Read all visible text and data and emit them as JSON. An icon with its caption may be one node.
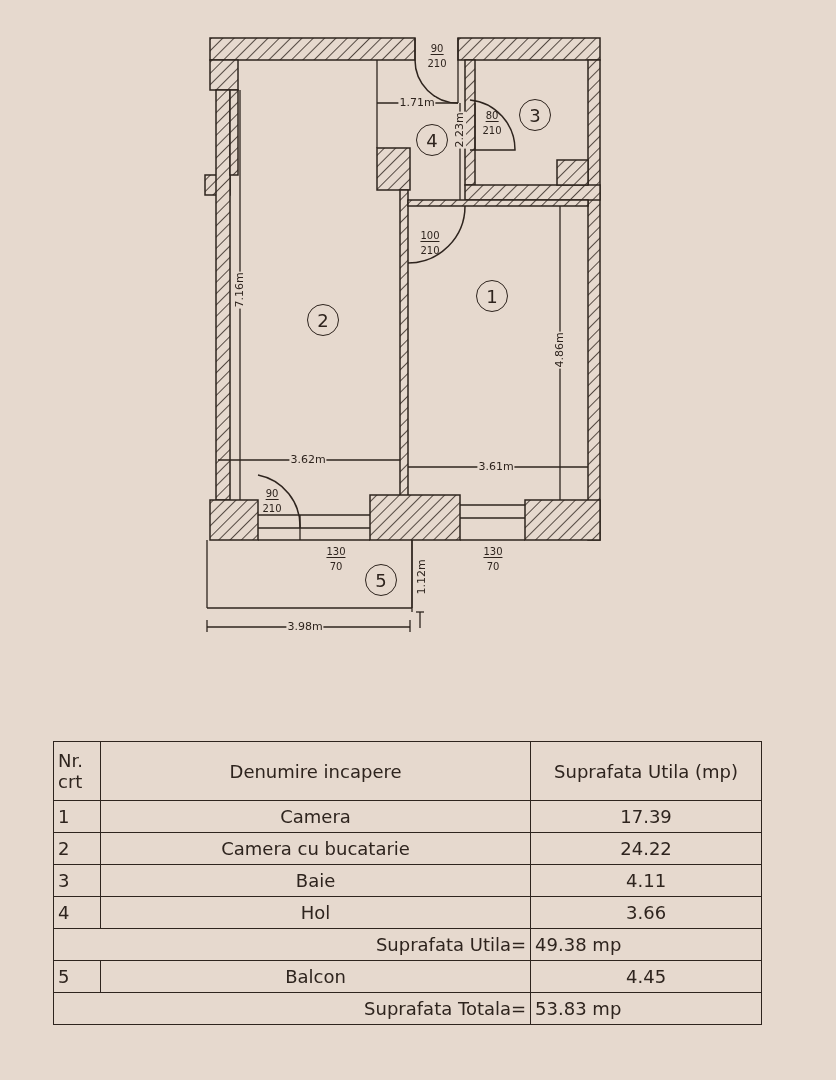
{
  "diagram": {
    "nodes": [
      {
        "text": [
          "3"
        ]
      },
      {
        "text": [
          "4"
        ]
      },
      {
        "text": [
          "1"
        ]
      },
      {
        "text": [
          "2"
        ]
      },
      {
        "text": [
          "5"
        ]
      }
    ],
    "labels": [
      "90",
      "210",
      "1.71m",
      "80",
      "210",
      "2.23m",
      "100",
      "210",
      "7.16m",
      "4.86m",
      "3.62m",
      "3.61m",
      "90",
      "210",
      "130",
      "70",
      "1.12m",
      "130",
      "70",
      "3.98m",
      "Nr. crt",
      "Denumire incapere",
      "Suprafata Utila (mp)",
      "1",
      "Camera",
      "17.39",
      "2",
      "Camera cu bucatarie",
      "24.22",
      "3",
      "Baie",
      "4.11",
      "4",
      "Hol",
      "3.66",
      "Suprafata Utila=",
      "49.38 mp",
      "5",
      "Balcon",
      "4.45",
      "Suprafata Totala=",
      "53.83 mp"
    ]
  }
}
